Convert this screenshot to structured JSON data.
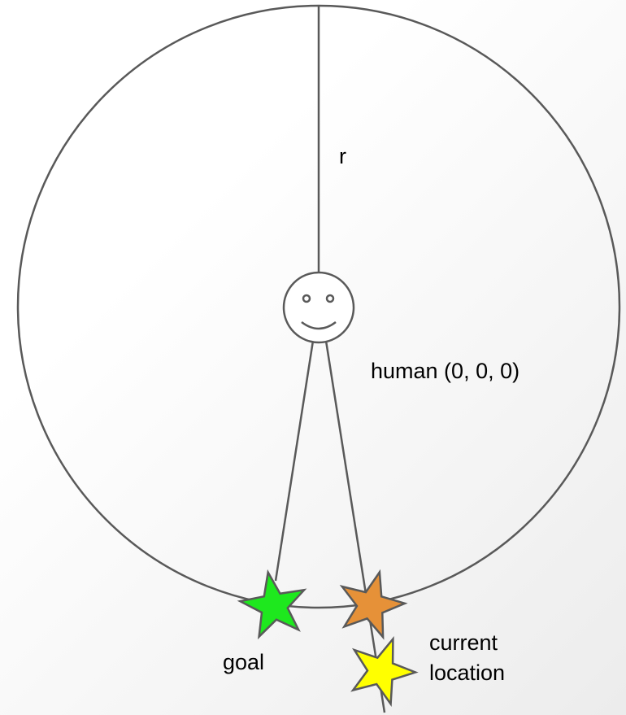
{
  "labels": {
    "radius": "r",
    "human": "human (0, 0, 0)",
    "goal": "goal",
    "current_line1": "current",
    "current_line2": "location"
  },
  "colors": {
    "stroke": "#595959",
    "goal_star": "#1ee81e",
    "orange_star": "#e69138",
    "current_star": "#ffff00"
  }
}
